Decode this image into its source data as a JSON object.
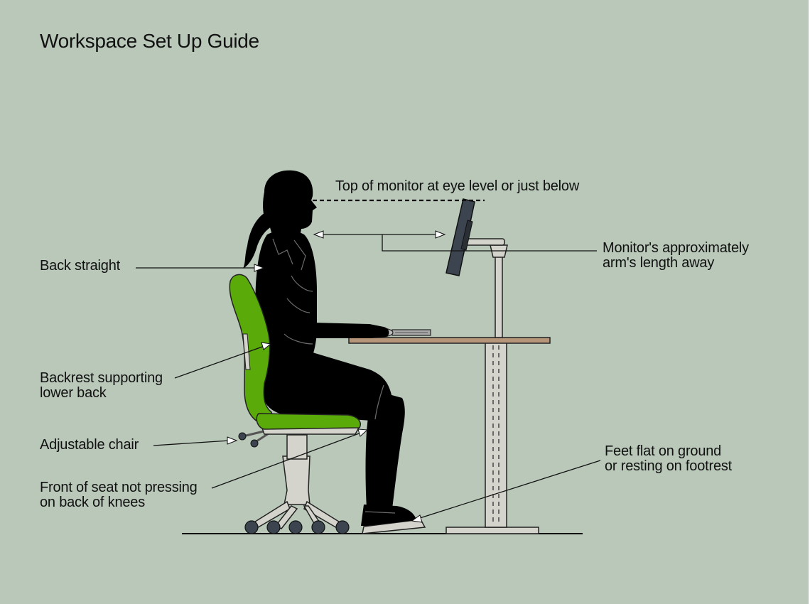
{
  "title": "Workspace Set Up Guide",
  "labels": {
    "monitor_eye_level": "Top of monitor at eye level or just below",
    "back_straight": "Back straight",
    "monitor_distance": [
      "Monitor's approximately",
      "arm's length away"
    ],
    "backrest": [
      "Backrest supporting",
      "lower back"
    ],
    "adjustable_chair": "Adjustable chair",
    "seat_front": [
      "Front of seat not pressing",
      "on back of knees"
    ],
    "feet": [
      "Feet flat on ground",
      "or resting on footrest"
    ]
  },
  "colors": {
    "background": "#b9c8b9",
    "silhouette": "#000000",
    "chair_seat": "#5aab0a",
    "desk_top": "#b5967a",
    "stand": "#d4d4cc",
    "monitor": "#3c4450"
  }
}
